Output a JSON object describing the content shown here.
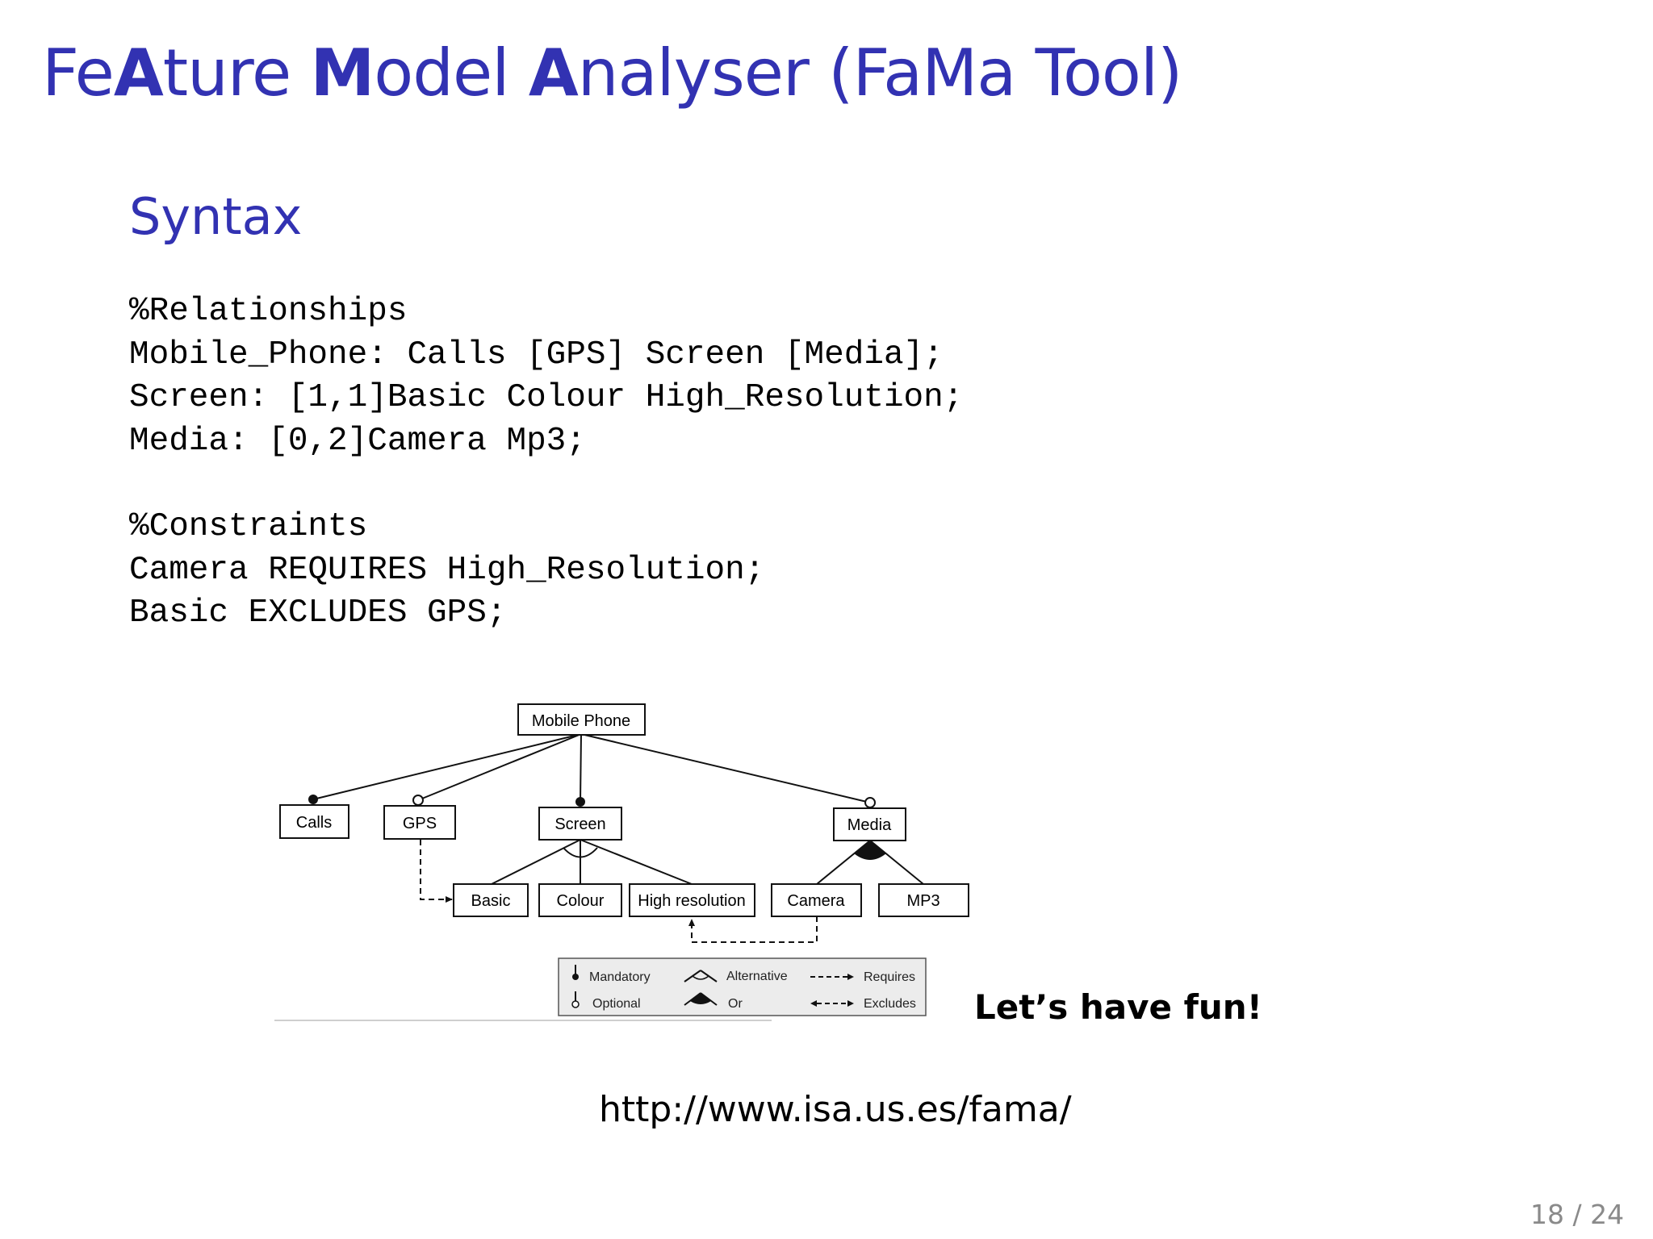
{
  "slide": {
    "title_parts": [
      {
        "text": "Fe",
        "bold": false
      },
      {
        "text": "A",
        "bold": true
      },
      {
        "text": "ture ",
        "bold": false
      },
      {
        "text": "M",
        "bold": true
      },
      {
        "text": "odel ",
        "bold": false
      },
      {
        "text": "A",
        "bold": true
      },
      {
        "text": "nalyser (FaMa Tool)",
        "bold": false
      }
    ],
    "subtitle": "Syntax",
    "code_relationships": [
      "%Relationships",
      "Mobile_Phone: Calls [GPS] Screen [Media];",
      "Screen: [1,1]Basic Colour High_Resolution;",
      "Media: [0,2]Camera Mp3;"
    ],
    "code_constraints": [
      "%Constraints",
      "Camera REQUIRES High_Resolution;",
      "Basic EXCLUDES GPS;"
    ],
    "fun_text": "Let’s have fun!",
    "url": "http://www.isa.us.es/fama/",
    "page_number": "18 / 24"
  },
  "diagram": {
    "nodes": {
      "mobile_phone": "Mobile Phone",
      "calls": "Calls",
      "gps": "GPS",
      "screen": "Screen",
      "media": "Media",
      "basic": "Basic",
      "colour": "Colour",
      "high_resolution": "High resolution",
      "camera": "Camera",
      "mp3": "MP3"
    },
    "legend": {
      "mandatory": "Mandatory",
      "optional": "Optional",
      "alternative": "Alternative",
      "or": "Or",
      "requires": "Requires",
      "excludes": "Excludes"
    }
  }
}
